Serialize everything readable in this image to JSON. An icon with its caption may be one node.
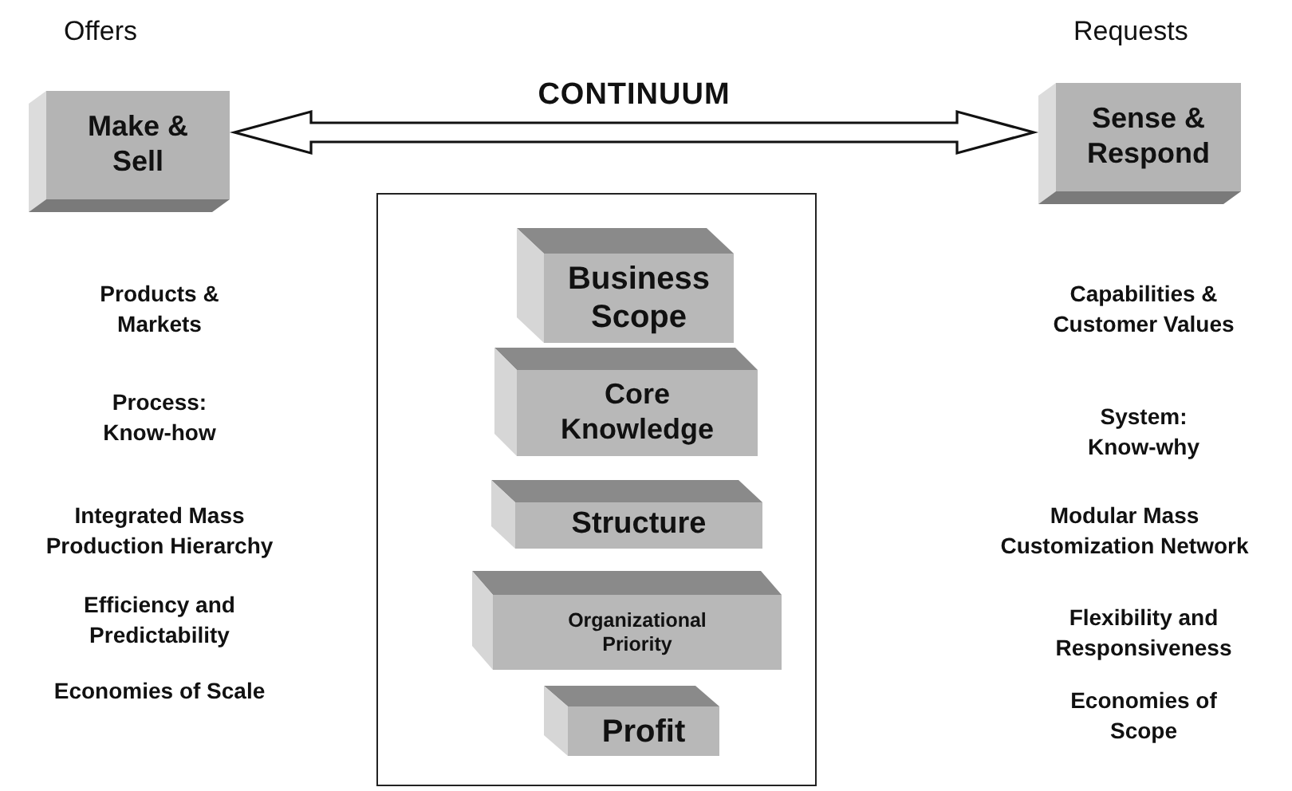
{
  "diagram": {
    "nodes": [
      {
        "text": [
          "Make & Sell"
        ],
        "beside": [
          "Offers"
        ]
      },
      {
        "text": [
          "Sense & Respond"
        ],
        "beside": [
          "Requests"
        ]
      },
      {
        "text": [],
        "shape": "box"
      },
      {
        "text": [
          "Business Scope"
        ],
        "in": 2
      },
      {
        "text": [
          "Core Knowledge"
        ],
        "in": 2
      },
      {
        "text": [
          "Structure"
        ],
        "in": 2
      },
      {
        "text": [
          "Organizational Priority"
        ],
        "in": 2
      },
      {
        "text": [
          "Profit"
        ],
        "in": 2
      }
    ],
    "edges": [
      {
        "from": 0,
        "to": 1,
        "arrow": "both",
        "label": "CONTINUUM"
      }
    ],
    "labels": [
      "Products & Markets",
      "Process: Know-how",
      "Integrated Mass Production Hierarchy",
      "Efficiency and Predictability",
      "Economies of Scale",
      "Capabilities & Customer Values",
      "System: Know-why",
      "Modular Mass Customization Network",
      "Flexibility and Responsiveness",
      "Economies of Scope"
    ]
  }
}
